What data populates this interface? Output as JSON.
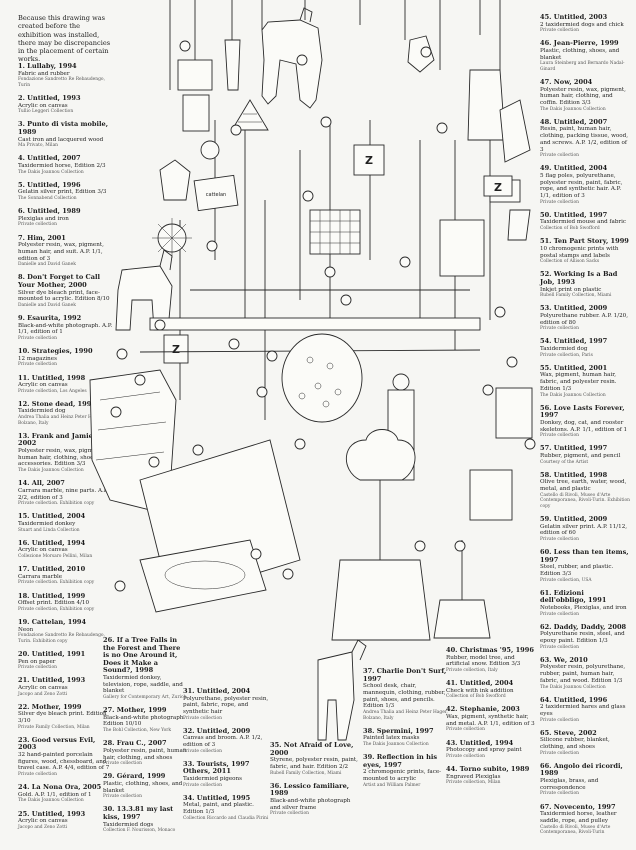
{
  "intro_note": "Because this drawing was created before the exhibition was installed, there may be discrepancies in the placement of certain works.",
  "left_column": [
    {
      "title": "1. Lullaby, 1994",
      "detail": "Fabric and rubber",
      "credit": "Fondazione Sandretto Re Rebaudengo, Turin"
    },
    {
      "title": "2. Untitled, 1993",
      "detail": "Acrylic on canvas",
      "credit": "Tullio Leggeri Collection"
    },
    {
      "title": "3. Punto di vista mobile, 1989",
      "detail": "Cast iron and lacquered wood",
      "credit": "Ma Privato, Milan"
    },
    {
      "title": "4. Untitled, 2007",
      "detail": "Taxidermied horse, Edition 2/3",
      "credit": "The Dakis Joannou Collection"
    },
    {
      "title": "5. Untitled, 1996",
      "detail": "Gelatin silver print, Edition 3/3",
      "credit": "The Sonnabend Collection"
    },
    {
      "title": "6. Untitled, 1989",
      "detail": "Plexiglas and iron",
      "credit": "Private collection"
    },
    {
      "title": "7. Him, 2001",
      "detail": "Polyester resin, wax, pigment, human hair, and suit. A.P. 1/1, edition of 3",
      "credit": "Danielle and David Ganek"
    },
    {
      "title": "8. Don't Forget to Call Your Mother, 2000",
      "detail": "Silver dye bleach print, face-mounted to acrylic. Edition 8/10",
      "credit": "Danielle and David Ganek"
    },
    {
      "title": "9. Esaurita, 1992",
      "detail": "Black-and-white photograph. A.P. 1/1, edition of 1",
      "credit": "Private collection"
    },
    {
      "title": "10. Strategies, 1990",
      "detail": "12 magazines",
      "credit": "Private collection"
    },
    {
      "title": "11. Untitled, 1998",
      "detail": "Acrylic on canvas",
      "credit": "Private collection, Los Angeles"
    },
    {
      "title": "12. Stone dead, 1997",
      "detail": "Taxidermied dog",
      "credit": "Andrea Thalia and Heinz Peter Hager, Bolzano, Italy"
    },
    {
      "title": "13. Frank and Jamie, 2002",
      "detail": "Polyester resin, wax, pigment, human hair, clothing, shoes, and accessories. Edition 3/3",
      "credit": "The Dakis Joannou Collection"
    },
    {
      "title": "14. All, 2007",
      "detail": "Carrara marble, nine parts. A.P. 2/2, edition of 3",
      "credit": "Private collection. Exhibition copy"
    },
    {
      "title": "15. Untitled, 2004",
      "detail": "Taxidermied donkey",
      "credit": "Stuart and Linda Collection"
    },
    {
      "title": "16. Untitled, 1994",
      "detail": "Acrylic on canvas",
      "credit": "Collezione Morsaro Pellini, Milan"
    },
    {
      "title": "17. Untitled, 2010",
      "detail": "Carrara marble",
      "credit": "Private collection. Exhibition copy"
    },
    {
      "title": "18. Untitled, 1999",
      "detail": "Offset print. Edition 4/10",
      "credit": "Private collection, Exhibition copy"
    },
    {
      "title": "19. Cattelan, 1994",
      "detail": "Neon",
      "credit": "Fondazione Sandretto Re Rebaudengo, Turin. Exhibition copy"
    },
    {
      "title": "20. Untitled, 1991",
      "detail": "Pen on paper",
      "credit": "Private collection"
    },
    {
      "title": "21. Untitled, 1993",
      "detail": "Acrylic on canvas",
      "credit": "Jacopo and Zeno Zotti"
    },
    {
      "title": "22. Mother, 1999",
      "detail": "Silver dye bleach print. Edition 3/10",
      "credit": "Private Family Collection, Milan"
    },
    {
      "title": "23. Good versus Evil, 2003",
      "detail": "32 hand-painted porcelain figures, wood, chessboard, and travel case. A.P. 4/4, edition of 7",
      "credit": "Private collection"
    },
    {
      "title": "24. La Nona Ora, 2005",
      "detail": "Gold. A.P. 1/1, edition of 1",
      "credit": "The Dakis Joannou Collection"
    },
    {
      "title": "25. Untitled, 1993",
      "detail": "Acrylic on canvas",
      "credit": "Jacopo and Zeno Zotti"
    }
  ],
  "right_column": [
    {
      "title": "45. Untitled, 2003",
      "detail": "2 taxidermied dogs and chick",
      "credit": "Private collection"
    },
    {
      "title": "46. Jean-Pierre, 1999",
      "detail": "Plastic, clothing, shoes, and blanket",
      "credit": "Laura Steinberg and Bernardo Nadal-Ginard"
    },
    {
      "title": "47. Now, 2004",
      "detail": "Polyester resin, wax, pigment, human hair, clothing, and coffin. Edition 3/3",
      "credit": "The Dakis Joannou Collection"
    },
    {
      "title": "48. Untitled, 2007",
      "detail": "Resin, paint, human hair, clothing, packing tissue, wood, and screws. A.P. 1/2, edition of 3",
      "credit": "Private collection"
    },
    {
      "title": "49. Untitled, 2004",
      "detail": "5 flag poles, polyurethane, polyester resin, paint, fabric, rope, and synthetic hair. A.P. 1/1, edition of 3",
      "credit": "Private collection"
    },
    {
      "title": "50. Untitled, 1997",
      "detail": "Taxidermied mouse and fabric",
      "credit": "Collection of Bob Swofford"
    },
    {
      "title": "51. Ten Part Story, 1999",
      "detail": "10 chromogenic prints with postal stamps and labels",
      "credit": "Collection of Allison Sacks"
    },
    {
      "title": "52. Working Is a Bad Job, 1993",
      "detail": "Inkjet print on plastic",
      "credit": "Rubell Family Collection, Miami"
    },
    {
      "title": "53. Untitled, 2009",
      "detail": "Polyurethane rubber. A.P. 1/20, edition of 80",
      "credit": "Private collection"
    },
    {
      "title": "54. Untitled, 1997",
      "detail": "Taxidermied dog",
      "credit": "Private collection, Paris"
    },
    {
      "title": "55. Untitled, 2001",
      "detail": "Wax, pigment, human hair, fabric, and polyester resin. Edition 1/3",
      "credit": "The Dakis Joannou Collection"
    },
    {
      "title": "56. Love Lasts Forever, 1997",
      "detail": "Donkey, dog, cat, and rooster skeletons. A.P. 1/1, edition of 1",
      "credit": "Private collection"
    },
    {
      "title": "57. Untitled, 1997",
      "detail": "Rubber, pigment, and pencil",
      "credit": "Courtesy of the Artist"
    },
    {
      "title": "58. Untitled, 1998",
      "detail": "Olive tree, earth, water, wood, metal, and plastic",
      "credit": "Castello di Rivoli, Museo d'Arte Contemporanea, Rivoli-Turin. Exhibition copy"
    },
    {
      "title": "59. Untitled, 2009",
      "detail": "Gelatin silver print. A.P. 11/12, edition of 60",
      "credit": "Private collection"
    },
    {
      "title": "60. Less than ten items, 1997",
      "detail": "Steel, rubber, and plastic. Edition 3/3",
      "credit": "Private collection, USA"
    },
    {
      "title": "61. Edizioni dell'obbligo, 1991",
      "detail": "Notebooks, Plexiglas, and iron",
      "credit": "Private collection"
    },
    {
      "title": "62. Daddy, Daddy, 2008",
      "detail": "Polyurethane resin, steel, and epoxy paint. Edition 1/3",
      "credit": "Private collection"
    },
    {
      "title": "63. We, 2010",
      "detail": "Polyester resin, polyurethane, rubber, paint, human hair, fabric, and wood. Edition 1/3",
      "credit": "The Dakis Joannou Collection"
    },
    {
      "title": "64. Untitled, 1996",
      "detail": "2 taxidermied hares and glass eyes",
      "credit": "Private collection"
    },
    {
      "title": "65. Steve, 2002",
      "detail": "Silicone rubber, blanket, clothing, and shoes",
      "credit": "Private collection"
    },
    {
      "title": "66. Angolo dei ricordi, 1989",
      "detail": "Plexiglas, brass, and correspondence",
      "credit": "Private collection"
    },
    {
      "title": "67. Novecento, 1997",
      "detail": "Taxidermied horse, leather saddle, rope, and pulley",
      "credit": "Castello di Rivoli, Museo d'Arte Contemporanea, Rivoli-Turin"
    }
  ],
  "bottom_col1": [
    {
      "title": "26. If a Tree Falls in the Forest and There is no One Around it, Does it Make a Sound?, 1998",
      "detail": "Taxidermied donkey, television, rope, saddle, and blanket",
      "credit": "Gallery for Contemporary Art, Zurich"
    },
    {
      "title": "27. Mother, 1999",
      "detail": "Black-and-white photograph. Edition 10/10",
      "credit": "The Bohl Collection, New York"
    },
    {
      "title": "28. Frau C., 2007",
      "detail": "Polyester resin, paint, human hair, clothing, and shoes",
      "credit": "Private collection"
    },
    {
      "title": "29. Gérard, 1999",
      "detail": "Plastic, clothing, shoes, and blanket",
      "credit": "Private collection"
    },
    {
      "title": "30. 13.3.81 my last kiss, 1997",
      "detail": "Taxidermied dogs",
      "credit": "Collection F. Nourisson, Monaco"
    }
  ],
  "bottom_col2": [
    {
      "title": "31. Untitled, 2004",
      "detail": "Polyurethane, polyester resin, paint, fabric, rope, and synthetic hair",
      "credit": "Private collection"
    },
    {
      "title": "32. Untitled, 2009",
      "detail": "Canvas and broom. A.P. 1/2, edition of 3",
      "credit": "Private collection"
    },
    {
      "title": "33. Tourists, 1997 Others, 2011",
      "detail": "Taxidermied pigeons",
      "credit": "Private collection"
    },
    {
      "title": "34. Untitled, 1995",
      "detail": "Metal, paint, and plastic. Edition 1/3",
      "credit": "Collection Riccardo and Claudia Pirini"
    }
  ],
  "bottom_col3": [
    {
      "title": "35. Not Afraid of Love, 2000",
      "detail": "Styrene, polyester resin, paint, fabric, and hair. Edition 2/2",
      "credit": "Rubell Family Collection, Miami"
    },
    {
      "title": "36. Lessico familiare, 1989",
      "detail": "Black-and-white photograph and silver frame",
      "credit": "Private collection"
    }
  ],
  "bottom_col4": [
    {
      "title": "37. Charlie Don't Surf, 1997",
      "detail": "School desk, chair, mannequin, clothing, rubber, paint, shoes, and pencils. Edition 1/3",
      "credit": "Andrea Thalia and Heinz Peter Hager, Bolzano, Italy"
    },
    {
      "title": "38. Spermini, 1997",
      "detail": "Painted latex masks",
      "credit": "The Dakis Joannou Collection"
    },
    {
      "title": "39. Reflection in his eyes, 1997",
      "detail": "2 chromogenic prints, face-mounted to acrylic",
      "credit": "Artist and William Palmer"
    }
  ],
  "bottom_col5": [
    {
      "title": "40. Christmas '95, 1996",
      "detail": "Rubber, model tree, and artificial snow. Edition 3/3",
      "credit": "Private collection, Italy"
    },
    {
      "title": "41. Untitled, 2004",
      "detail": "Check with ink addition",
      "credit": "Collection of Bob Swofford"
    },
    {
      "title": "42. Stephanie, 2003",
      "detail": "Wax, pigment, synthetic hair, and metal. A.P. 1/1, edition of 3",
      "credit": "Private collection"
    },
    {
      "title": "43. Untitled, 1994",
      "detail": "Photocopy and spray paint",
      "credit": "Private collection"
    },
    {
      "title": "44. Torno subito, 1989",
      "detail": "Engraved Plexiglas",
      "credit": "Private collection, Milan"
    }
  ],
  "drawing_labels": {
    "z_sign": "Z",
    "cattelan_neon": "cattelan"
  }
}
